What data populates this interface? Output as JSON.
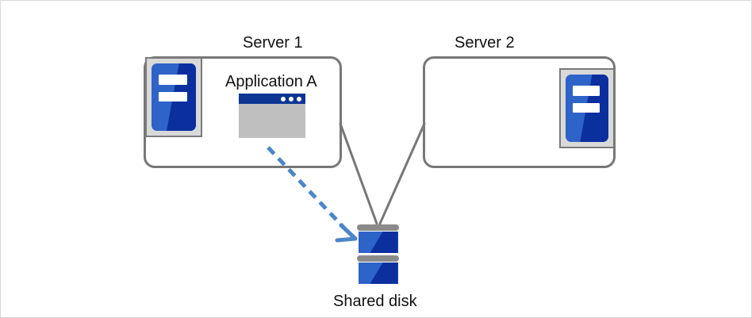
{
  "diagram": {
    "title": "Shared disk cluster with two servers",
    "background_color": "#ffffff",
    "border_color": "#d8d8d8",
    "colors": {
      "box_outline": "#777777",
      "icon_frame": "#d9d9d9",
      "icon_frame_border": "#7a7a7a",
      "blue_light": "#2e63c8",
      "blue_dark": "#0b2f9e",
      "titlebar_blue": "#0d3694",
      "window_body_gray": "#bfbfbf",
      "disk_cap_gray": "#8a8a8a",
      "connector_gray": "#777777",
      "arrow_blue": "#4a86c8",
      "text": "#111111"
    },
    "nodes": {
      "server1": {
        "label": "Server 1",
        "icon_name": "server-icon",
        "application": {
          "label": "Application A",
          "icon_name": "app-window-icon",
          "window_dot_count": 3
        }
      },
      "server2": {
        "label": "Server 2",
        "icon_name": "server-icon",
        "application": null
      },
      "shared_disk": {
        "label": "Shared disk",
        "icon_name": "disk-stack-icon",
        "platter_count": 2
      }
    },
    "connections": [
      {
        "name": "server1-to-disk",
        "from": "server1",
        "to": "shared_disk",
        "style": "solid",
        "color": "#777777"
      },
      {
        "name": "server2-to-disk",
        "from": "server2",
        "to": "shared_disk",
        "style": "solid",
        "color": "#777777"
      },
      {
        "name": "application-a-to-disk",
        "from": "application_a",
        "to": "shared_disk",
        "style": "dashed",
        "color": "#4a86c8",
        "arrowhead": true
      }
    ]
  }
}
